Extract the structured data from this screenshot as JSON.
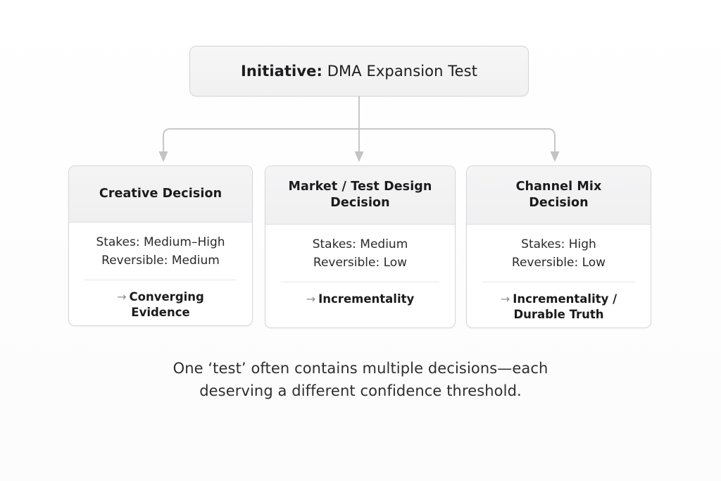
{
  "background_color": "#fefefe",
  "root": {
    "label_bold": "Initiative:",
    "label_rest": " DMA Expansion Test",
    "box_fill": "#f2f2f3",
    "box_border": "#d3d4d6"
  },
  "connector": {
    "color": "#c7c8ca",
    "arrowhead": "solid-triangle-down",
    "style": "orthogonal-bus"
  },
  "cards": [
    {
      "title_line_1": "Creative Decision",
      "title_line_2": "",
      "stakes": "Stakes: Medium–High",
      "reversible": "Reversible: Medium",
      "arrow_icon": "→",
      "outcome_line_1": "Converging Evidence",
      "outcome_line_2": ""
    },
    {
      "title_line_1": "Market / Test Design",
      "title_line_2": "Decision",
      "stakes": "Stakes: Medium",
      "reversible": "Reversible: Low",
      "arrow_icon": "→",
      "outcome_line_1": "Incrementality",
      "outcome_line_2": ""
    },
    {
      "title_line_1": "Channel Mix",
      "title_line_2": "Decision",
      "stakes": "Stakes: High",
      "reversible": "Reversible: Low",
      "arrow_icon": "→",
      "outcome_line_1": "Incrementality /",
      "outcome_line_2": "Durable Truth"
    }
  ],
  "caption": {
    "line_1": "One ‘test’ often contains multiple decisions—each",
    "line_2": "deserving a different confidence threshold."
  }
}
